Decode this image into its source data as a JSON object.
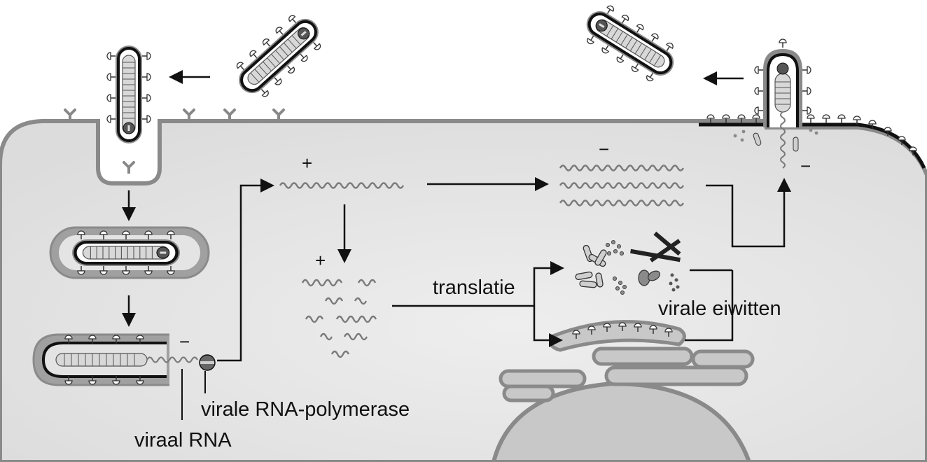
{
  "labels": {
    "viral_rna": "viraal RNA",
    "viral_polymerase": "virale RNA-polymerase",
    "translation": "translatie",
    "viral_proteins": "virale eiwitten"
  },
  "signs": {
    "plus_strand": "+",
    "plus_copies": "+",
    "minus_genome_release": "−",
    "minus_copies": "−",
    "minus_budding": "−"
  },
  "colors": {
    "cytoplasm": "#e6e6e6",
    "membrane": "#8a8a8a",
    "envelope_dark": "#1a1a1a",
    "capsid_light": "#cfcfcf",
    "rna_wave": "#7a7a7a",
    "text": "#111111"
  },
  "icons": [
    "virus-particle",
    "receptor",
    "endosome",
    "rna-strand",
    "polymerase",
    "protein-fragments",
    "rough-er-ribosomes",
    "nucleus",
    "arrow"
  ]
}
